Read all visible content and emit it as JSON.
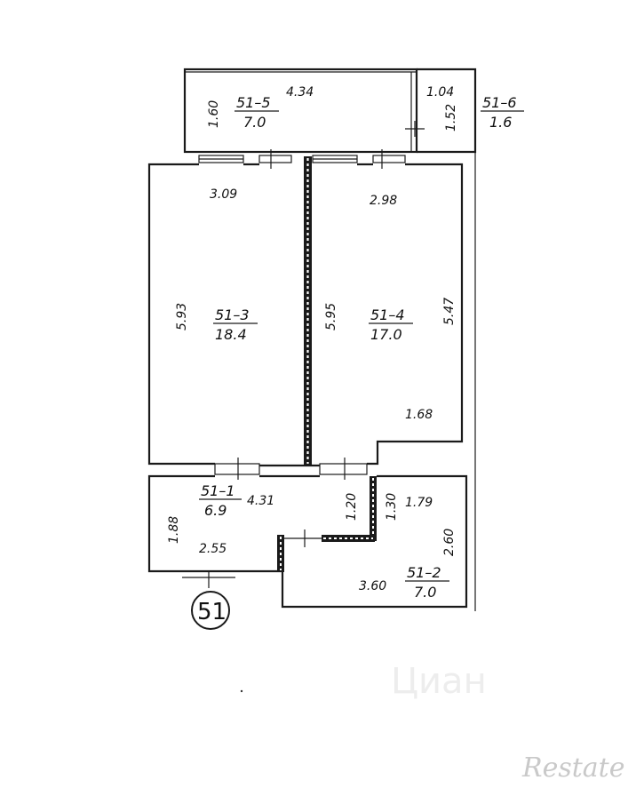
{
  "plan": {
    "apartment_number": "51",
    "rooms": [
      {
        "id": "51–1",
        "area": "6.9"
      },
      {
        "id": "51–2",
        "area": "7.0"
      },
      {
        "id": "51–3",
        "area": "18.4"
      },
      {
        "id": "51–4",
        "area": "17.0"
      },
      {
        "id": "51–5",
        "area": "7.0"
      },
      {
        "id": "51–6",
        "area": "1.6"
      }
    ],
    "dimensions": {
      "d434": "4.34",
      "d160": "1.60",
      "d104": "1.04",
      "d152": "1.52",
      "d309": "3.09",
      "d298": "2.98",
      "d593": "5.93",
      "d595": "5.95",
      "d547": "5.47",
      "d168": "1.68",
      "d431": "4.31",
      "d120": "1.20",
      "d130": "1.30",
      "d179": "1.79",
      "d188": "1.88",
      "d255": "2.55",
      "d260": "2.60",
      "d360": "3.60"
    }
  },
  "watermarks": {
    "brand": "Restate",
    "faint": "Циан"
  }
}
